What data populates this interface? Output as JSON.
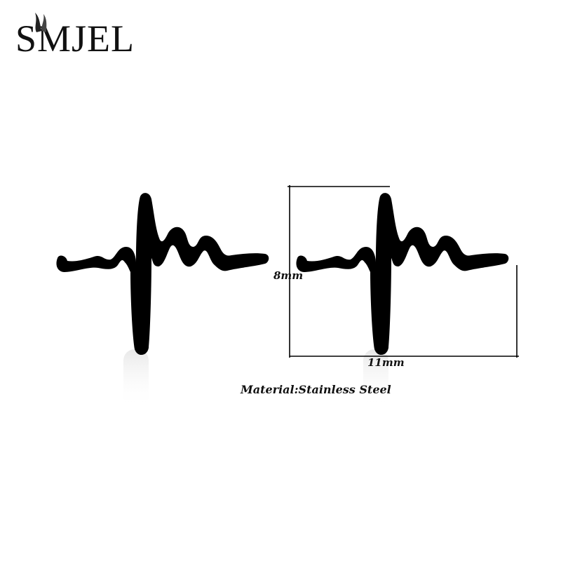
{
  "brand": {
    "name": "SMJEL"
  },
  "product": {
    "earrings": [
      {
        "name": "left-earring",
        "icon": "heartbeat-stud-icon"
      },
      {
        "name": "right-earring",
        "icon": "heartbeat-stud-icon"
      }
    ],
    "color": "#000000"
  },
  "dimensions": {
    "height_label": "8mm",
    "width_label": "11mm"
  },
  "material_label": "Material:Stainless Steel"
}
